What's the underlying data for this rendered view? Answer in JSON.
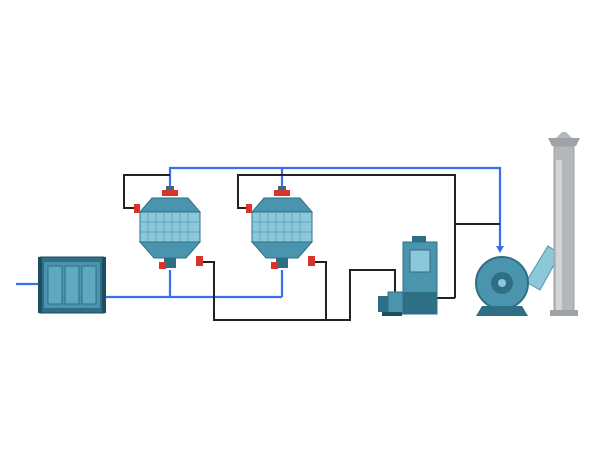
{
  "diagram": {
    "components": [
      {
        "id": "filter-box",
        "icon": "pre-filter-box-icon"
      },
      {
        "id": "adsorption-tower-1",
        "icon": "adsorption-tower-icon"
      },
      {
        "id": "adsorption-tower-2",
        "icon": "adsorption-tower-icon"
      },
      {
        "id": "catalytic-combustion-unit",
        "icon": "catalytic-combustion-icon"
      },
      {
        "id": "desorption-fan",
        "icon": "small-fan-icon"
      },
      {
        "id": "main-exhaust-fan",
        "icon": "centrifugal-fan-icon"
      },
      {
        "id": "exhaust-stack",
        "icon": "chimney-icon"
      }
    ],
    "lines": {
      "exhaust_gas": "blue",
      "desorption_loop": "black"
    }
  },
  "colors": {
    "background": "#ffffff",
    "equipment_teal": "#4a95ad",
    "equipment_dark": "#2f6f86",
    "equipment_light": "#8cc7da",
    "blue_pipe": "#3a6ff0",
    "black_pipe": "#222222",
    "valve_red": "#d9342b",
    "stack_gray": "#b5b8bb"
  }
}
